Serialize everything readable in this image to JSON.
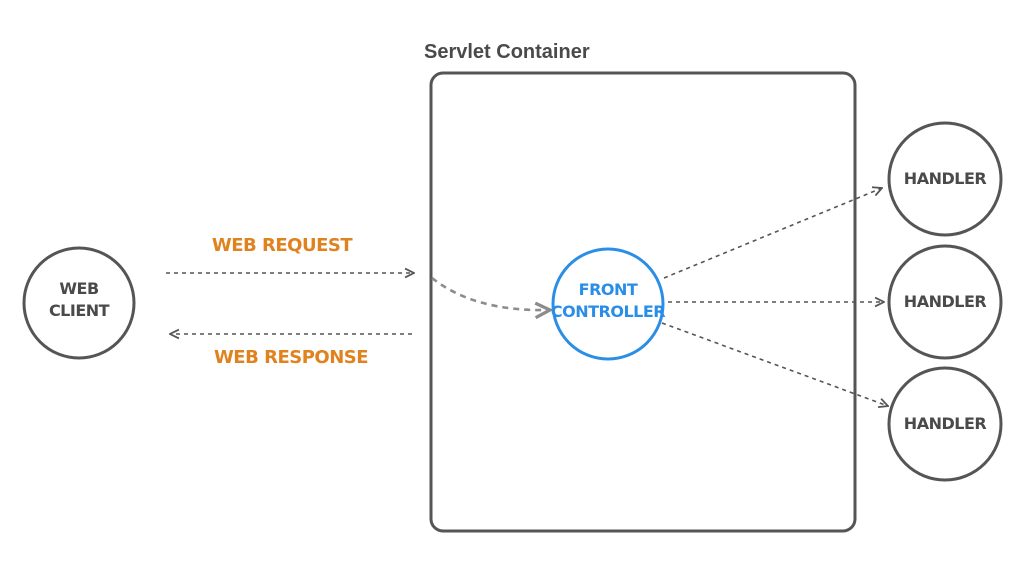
{
  "container": {
    "title": "Servlet Container"
  },
  "client": {
    "line1": "WEB",
    "line2": "CLIENT"
  },
  "front_controller": {
    "line1": "FRONT",
    "line2": "CONTROLLER"
  },
  "handlers": [
    {
      "label": "HANDLER"
    },
    {
      "label": "HANDLER"
    },
    {
      "label": "HANDLER"
    }
  ],
  "flows": {
    "request_label": "WEB REQUEST",
    "response_label": "WEB RESPONSE"
  },
  "colors": {
    "outline": "#555555",
    "text": "#4a4a4a",
    "accent_blue": "#2b8ee6",
    "accent_orange": "#e0821e",
    "arrow_gray": "#8c8c8c"
  }
}
